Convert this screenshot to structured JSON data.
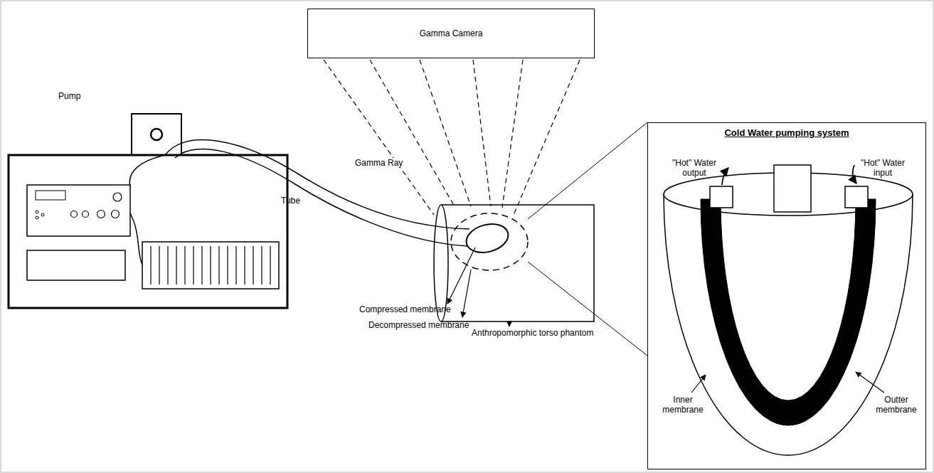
{
  "diagram": {
    "nodes": [
      {
        "text": [
          "Gamma Camera"
        ]
      },
      {
        "text": [
          "Cold Water pumping system"
        ]
      }
    ],
    "labels": [
      "Pump",
      "Gamma Ray",
      "Tube",
      "Compressed membrane",
      "Decompressed membrane",
      "Anthropomorphic torso phantom",
      "\"Hot\" Water output",
      "\"Hot\" Water input",
      "Inner membrane",
      "Outter membrane"
    ]
  }
}
